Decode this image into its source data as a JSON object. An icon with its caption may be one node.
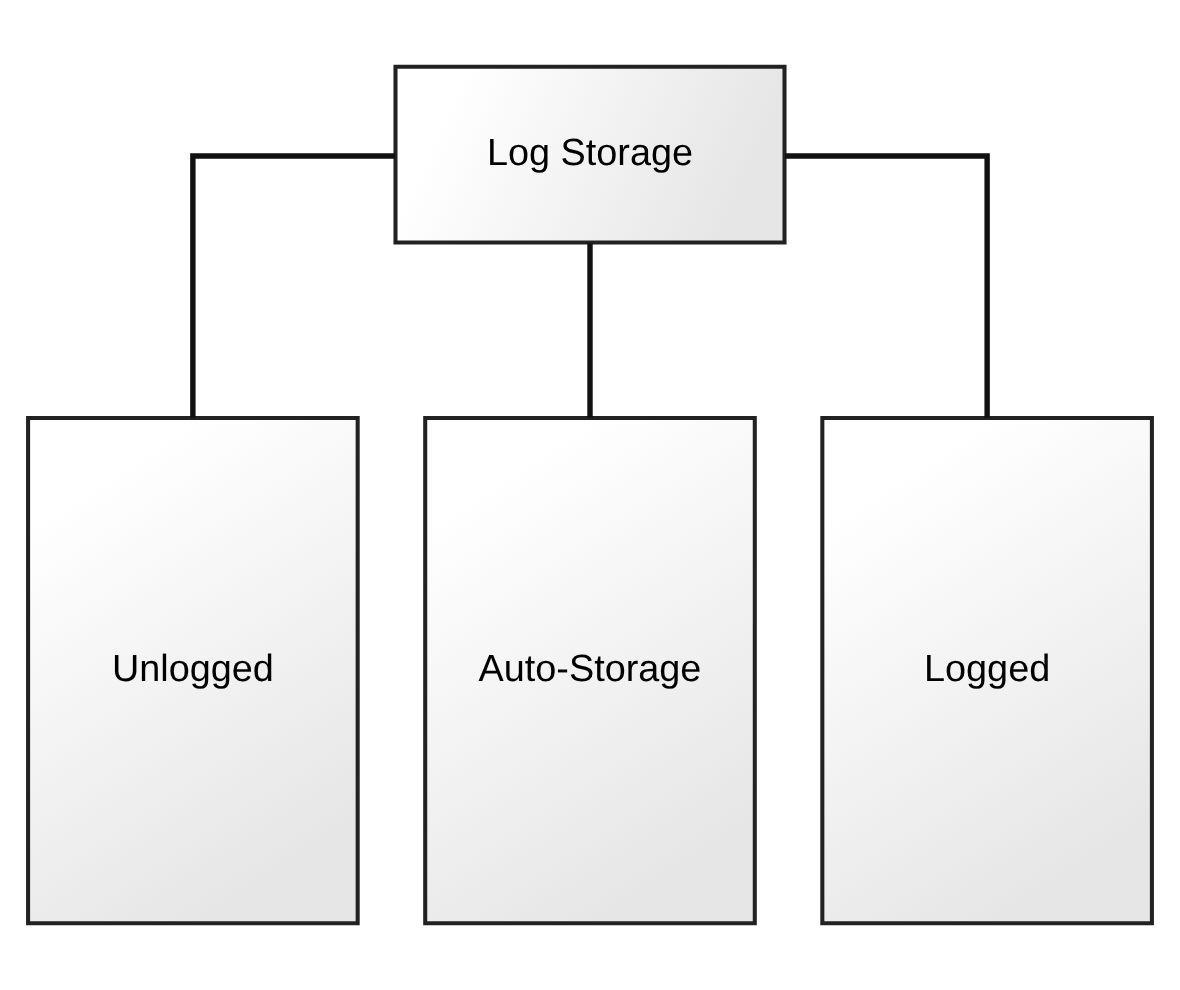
{
  "diagram": {
    "nodes": [
      {
        "text": [
          "Log Storage"
        ]
      },
      {
        "text": [
          "Unlogged"
        ]
      },
      {
        "text": [
          "Auto-Storage"
        ]
      },
      {
        "text": [
          "Logged"
        ]
      }
    ],
    "edges": [
      {
        "from": 0,
        "to": 1,
        "arrow": "none"
      },
      {
        "from": 0,
        "to": 2,
        "arrow": "none"
      },
      {
        "from": 0,
        "to": 3,
        "arrow": "none"
      }
    ]
  }
}
